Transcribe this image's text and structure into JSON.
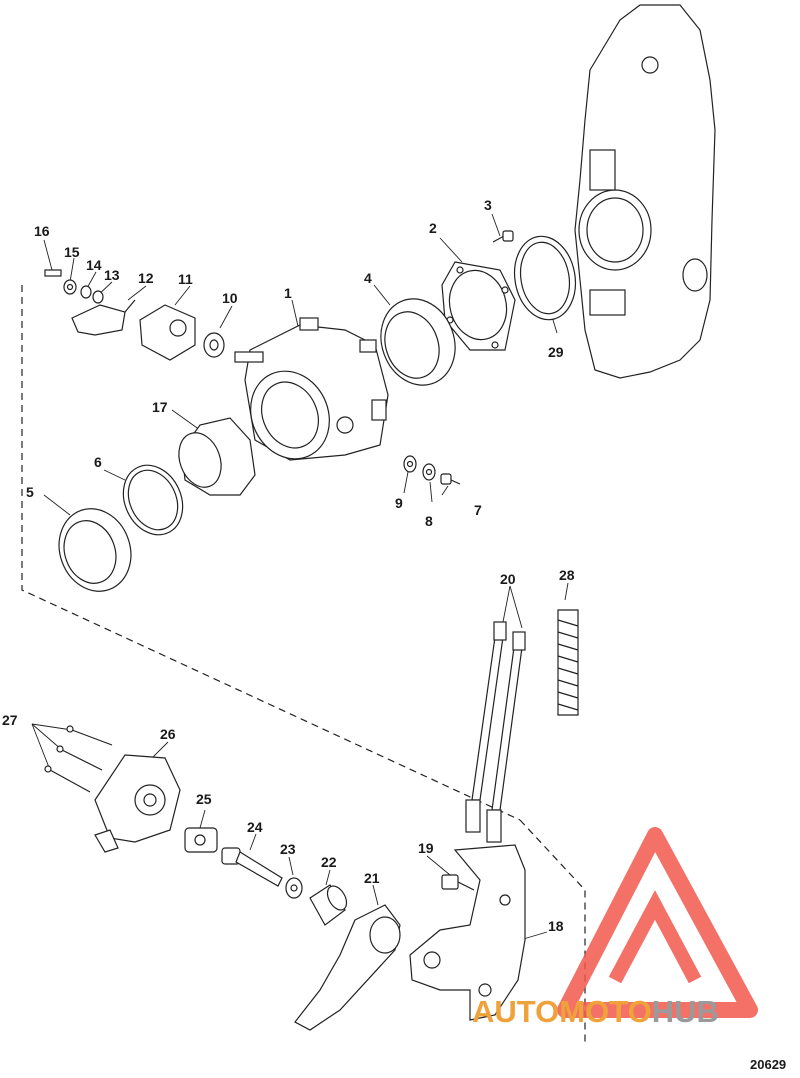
{
  "diagram": {
    "part_labels": [
      "1",
      "2",
      "3",
      "4",
      "5",
      "6",
      "7",
      "8",
      "9",
      "10",
      "11",
      "12",
      "13",
      "14",
      "15",
      "16",
      "17",
      "18",
      "19",
      "20",
      "21",
      "22",
      "23",
      "24",
      "25",
      "26",
      "27",
      "28",
      "29"
    ],
    "reference_number": "20629"
  },
  "watermark": {
    "text_accent": "AUTOMOTO",
    "text_gray": "HUB",
    "colors": {
      "triangle": "#f2584e",
      "accent": "#f0a23a",
      "gray": "#9a9a9a"
    }
  }
}
